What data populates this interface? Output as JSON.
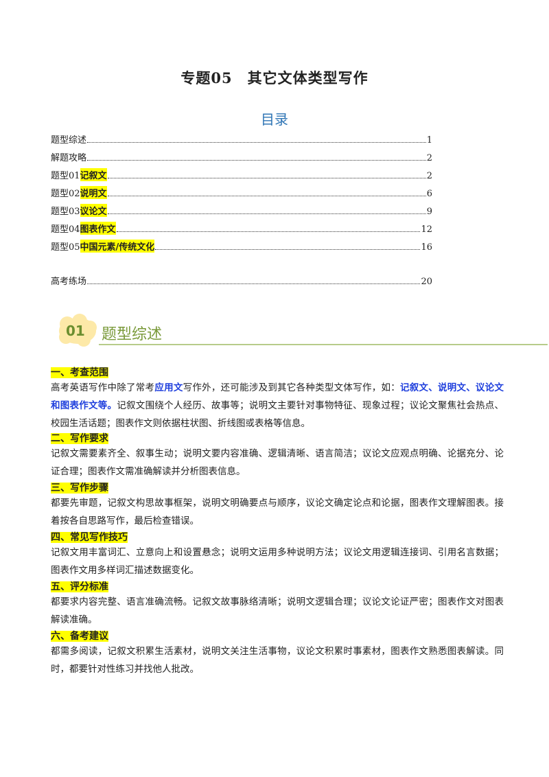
{
  "title": "专题05　其它文体类型写作",
  "toc": {
    "heading": "目录",
    "entries": [
      {
        "prefix": "题型综述",
        "highlight": "",
        "page": "1"
      },
      {
        "prefix": "解题攻略",
        "highlight": "",
        "page": "2"
      },
      {
        "prefix": "题型01 ",
        "highlight": "记叙文",
        "page": "2"
      },
      {
        "prefix": "题型02 ",
        "highlight": "说明文",
        "page": "6"
      },
      {
        "prefix": "题型03 ",
        "highlight": "议论文",
        "page": "9"
      },
      {
        "prefix": "题型04 ",
        "highlight": "图表作文",
        "page": "12"
      },
      {
        "prefix": "题型05 ",
        "highlight": "中国元素/传统文化",
        "page": "16"
      },
      {
        "prefix": "高考练场",
        "highlight": "",
        "page": "20"
      }
    ]
  },
  "banner": {
    "number": "01",
    "label": "题型综述"
  },
  "sections": [
    {
      "heading": "一、考查范围",
      "text_a": "高考英语写作中除了常考",
      "text_blue1": "应用文",
      "text_b": "写作外，还可能涉及到其它各种类型文体写作，如：",
      "text_blue2": "记叙文、说明文、议论文和图表作文等。",
      "text_c": "记叙文围绕个人经历、故事等；说明文主要针对事物特征、现象过程；议论文聚焦社会热点、校园生活话题；图表作文则依据柱状图、折线图或表格等信息。"
    },
    {
      "heading": "二、写作要求",
      "text": "记叙文需要素齐全、叙事生动；说明文要内容准确、逻辑清晰、语言简洁；议论文应观点明确、论据充分、论证合理；图表作文需准确解读并分析图表信息。"
    },
    {
      "heading": "三、写作步骤",
      "text": "都要先审题，记叙文构思故事框架，说明文明确要点与顺序，议论文确定论点和论据，图表作文理解图表。接着按各自思路写作，最后检查错误。"
    },
    {
      "heading": "四、常见写作技巧",
      "text": "记叙文用丰富词汇、立意向上和设置悬念；说明文运用多种说明方法；议论文用逻辑连接词、引用名言数据；图表作文用多样词汇描述数据变化。"
    },
    {
      "heading": "五、评分标准",
      "text": "都要求内容完整、语言准确流畅。记叙文故事脉络清晰；说明文逻辑合理；议论文论证严密；图表作文对图表解读准确。"
    },
    {
      "heading": "六、备考建议",
      "text": "都需多阅读，记叙文积累生活素材，说明文关注生活事物，议论文积累时事素材，图表作文熟悉图表解读。同时，都要针对性练习并找他人批改。"
    }
  ]
}
